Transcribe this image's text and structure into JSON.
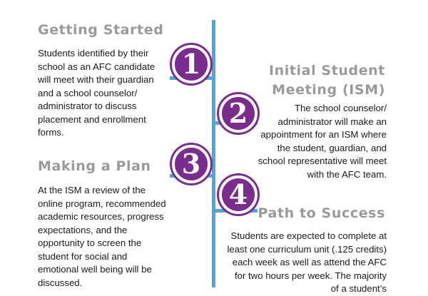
{
  "steps": [
    {
      "number": "1",
      "title": "Getting Started",
      "text": "Students identified by their school as an AFC candidate will meet with their guardian and a school counselor/ administrator to discuss placement and enrollment forms."
    },
    {
      "number": "2",
      "title": "Initial Student Meeting (ISM)",
      "text": "The school counselor/ administrator will make an appointment for an ISM where the student, guardian, and school representative will meet with the AFC team."
    },
    {
      "number": "3",
      "title": "Making a Plan",
      "text": "At the ISM a review of the online program, recommended academic resources, progress expectations, and the opportunity to screen the student for social and emotional well being will be discussed."
    },
    {
      "number": "4",
      "title": "Path to Success",
      "text": "Students are expected to complete at least one curriculum unit (.125 credits) each week as well as attend the AFC for two hours per week. The majority of a student’s"
    }
  ],
  "colors": {
    "line": "#4fa6dc",
    "badge": "#7b2c8f",
    "heading": "#9a9a9a"
  }
}
